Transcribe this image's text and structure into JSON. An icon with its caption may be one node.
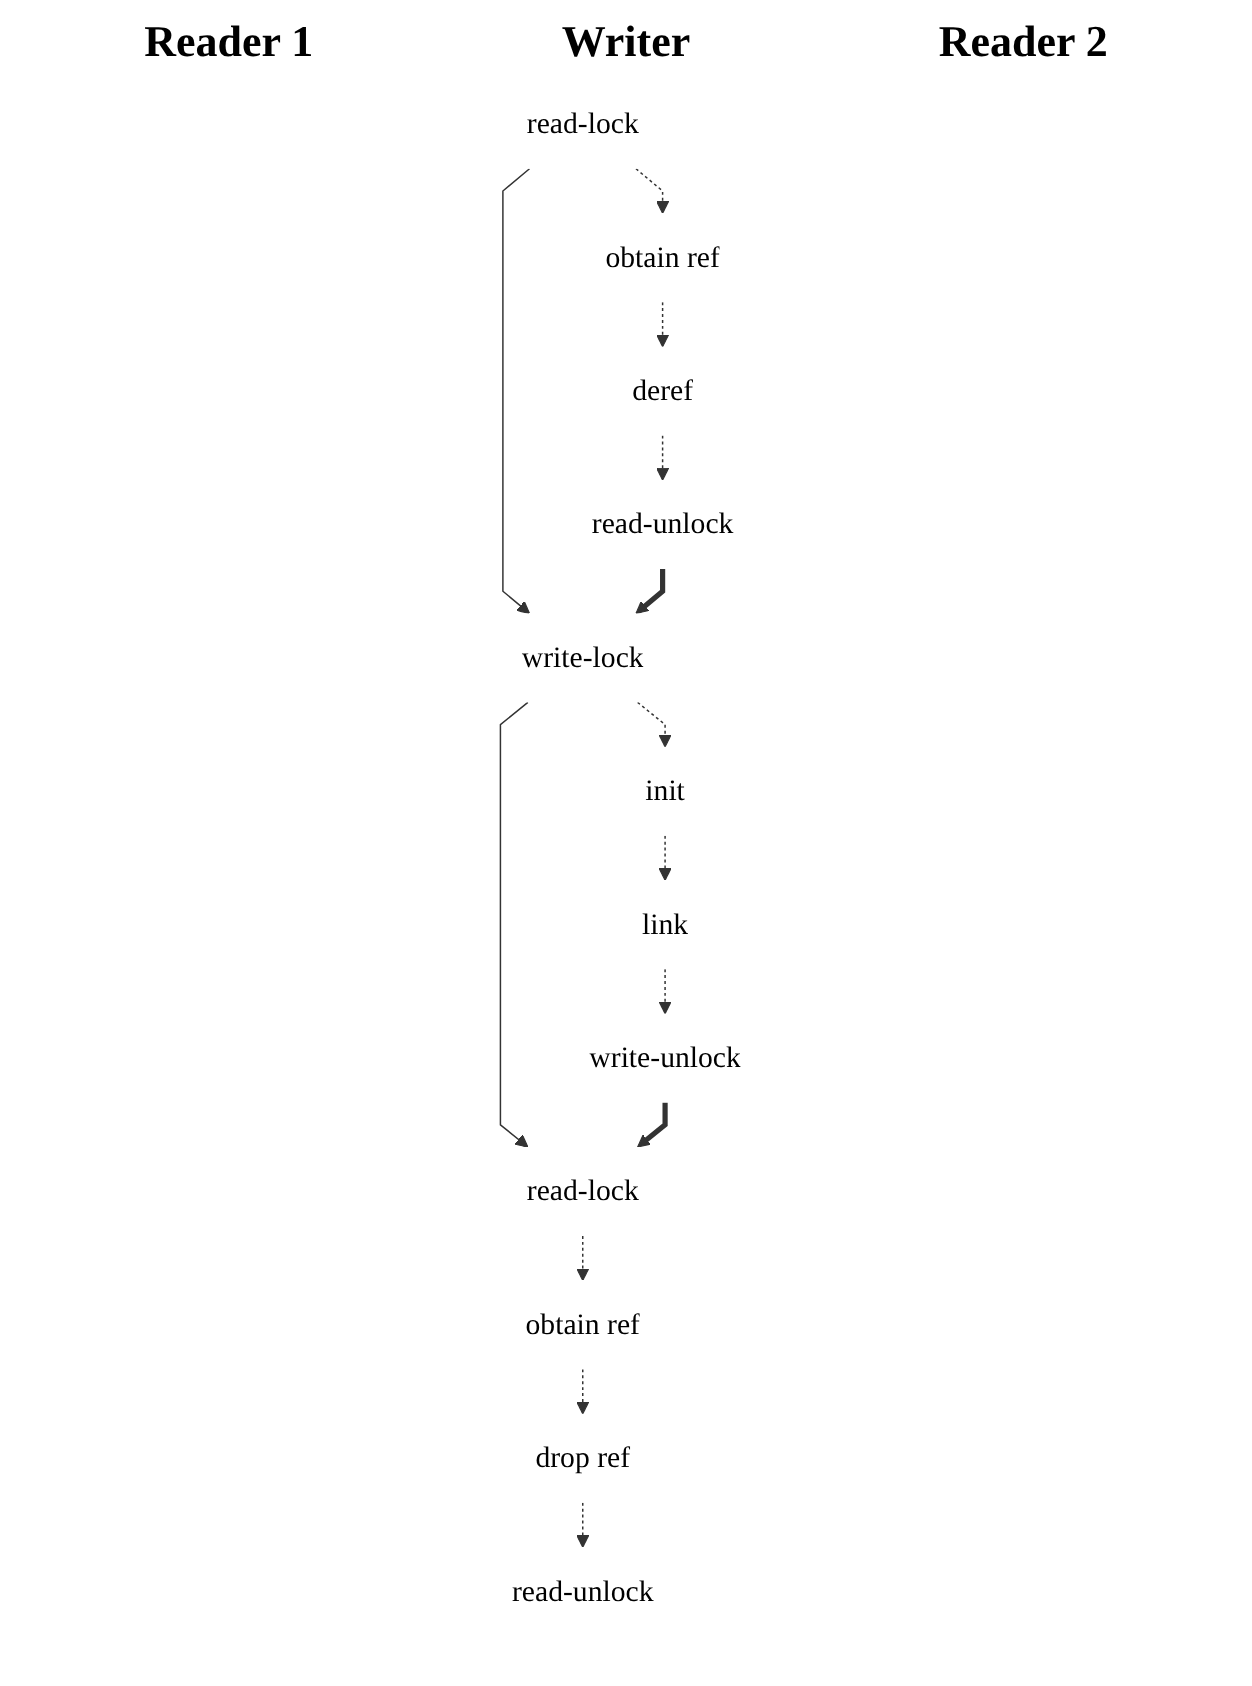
{
  "diagram": {
    "nodes": [
      {
        "text": [
          "read-lock"
        ]
      },
      {
        "text": [
          "obtain ref"
        ]
      },
      {
        "text": [
          "deref"
        ]
      },
      {
        "text": [
          "read-unlock"
        ]
      },
      {
        "text": [
          "write-lock"
        ]
      },
      {
        "text": [
          "init"
        ]
      },
      {
        "text": [
          "link"
        ]
      },
      {
        "text": [
          "write-unlock"
        ]
      },
      {
        "text": [
          "read-lock"
        ]
      },
      {
        "text": [
          "obtain ref"
        ]
      },
      {
        "text": [
          "drop ref"
        ]
      },
      {
        "text": [
          "read-unlock"
        ]
      }
    ],
    "edges": [
      {
        "from": 0,
        "to": 1,
        "arrow": "to",
        "style": "dashed"
      },
      {
        "from": 1,
        "to": 2,
        "arrow": "to",
        "style": "dashed"
      },
      {
        "from": 2,
        "to": 3,
        "arrow": "to",
        "style": "dashed"
      },
      {
        "from": 0,
        "to": 4,
        "arrow": "to"
      },
      {
        "from": 3,
        "to": 4,
        "arrow": "to",
        "style": "thick"
      },
      {
        "from": 4,
        "to": 5,
        "arrow": "to",
        "style": "dashed"
      },
      {
        "from": 5,
        "to": 6,
        "arrow": "to",
        "style": "dashed"
      },
      {
        "from": 6,
        "to": 7,
        "arrow": "to",
        "style": "dashed"
      },
      {
        "from": 4,
        "to": 8,
        "arrow": "to"
      },
      {
        "from": 7,
        "to": 8,
        "arrow": "to",
        "style": "thick"
      },
      {
        "from": 8,
        "to": 9,
        "arrow": "to",
        "style": "dashed"
      },
      {
        "from": 9,
        "to": 10,
        "arrow": "to",
        "style": "dashed"
      },
      {
        "from": 10,
        "to": 11,
        "arrow": "to",
        "style": "dashed"
      }
    ],
    "labels": [
      "Reader 1",
      "Writer",
      "Reader 2"
    ]
  }
}
